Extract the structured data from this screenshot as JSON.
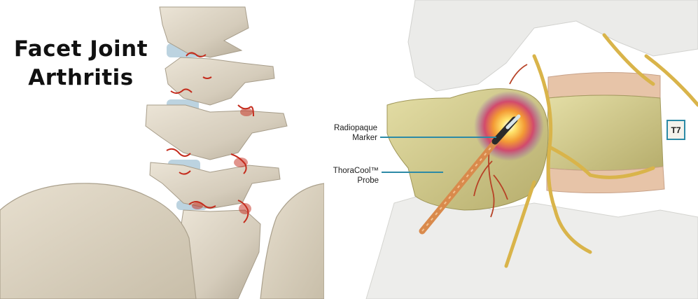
{
  "left_panel": {
    "title_line1": "Facet Joint",
    "title_line2": "Arthritis"
  },
  "right_panel": {
    "marker_line1": "Radiopaque",
    "marker_line2": "Marker",
    "probe_line1": "ThoraCool™",
    "probe_line2": "Probe",
    "level_badge": "T7"
  },
  "colors": {
    "bone": "#d8cfbf",
    "inflammation": "#c42b1c",
    "vertebra_body": "#d6cf95",
    "nerve": "#d9b44a",
    "probe": "#d98a4c",
    "leader_line": "#2c8aa6"
  }
}
